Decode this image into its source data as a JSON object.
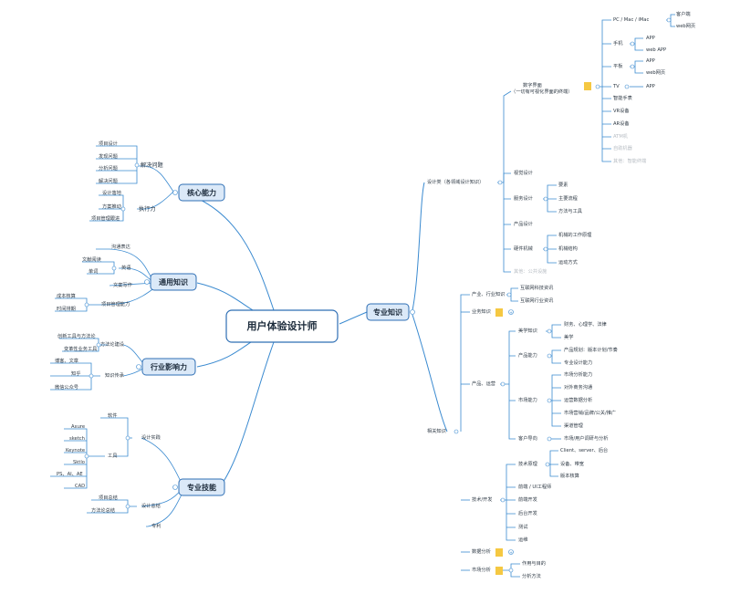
{
  "center": "用户体验设计师",
  "left": {
    "core": {
      "label": "核心能力",
      "solve": "解决问题",
      "solve_items": [
        "项目设计",
        "发现问题",
        "分析问题",
        "解决问题"
      ],
      "exec": "执行力",
      "exec_items": [
        "设计落地",
        "方案推动",
        "项目管理跟进"
      ]
    },
    "general": {
      "label": "通用知识",
      "comm": "沟通表达",
      "english": "英语",
      "english_items": [
        "文献阅读",
        "单词"
      ],
      "writing": "文案写作",
      "pm": "项目管理能力",
      "pm_items": [
        "成本核算",
        "时间排期"
      ]
    },
    "influence": {
      "label": "行业影响力",
      "method": "方法论建设",
      "method_items": [
        "创新工具与方法论",
        "变革性业务工具"
      ],
      "share": "知识传承",
      "share_items": [
        "博客、文章",
        "知乎",
        "微信公众号"
      ]
    },
    "skills": {
      "label": "专业技能",
      "practice": "设计实践",
      "software": "软件",
      "tools": "工具",
      "tools_items": [
        "Axure",
        "sketch",
        "Keynote",
        "Sktlo",
        "PS、AI、AE",
        "CAD"
      ],
      "summary": "设计总结",
      "summary_items": [
        "项目总结",
        "方法论总结"
      ],
      "patent": "专利"
    }
  },
  "right": {
    "label": "专业知识",
    "design": {
      "label": "设计类（各领域设计知识）",
      "digital": "数字界面",
      "digital_sub": "（一切有可视化界面的终端）",
      "pc": "PC / Mac / iMac",
      "pc_items": [
        "客户端",
        "web网页"
      ],
      "phone": "手机",
      "phone_items": [
        "APP",
        "web APP"
      ],
      "tablet": "平板",
      "tablet_items": [
        "APP",
        "web网页"
      ],
      "tv": "TV",
      "tv_item": "APP",
      "watch": "智能手表",
      "vr": "VR设备",
      "ar": "AR设备",
      "faint_items": [
        "ATM机",
        "自助机器",
        "其他：智能终端"
      ],
      "visual": "视觉设计",
      "service": "服务设计",
      "service_items": [
        "要素",
        "主要流程",
        "方法与工具"
      ],
      "product": "产品设计",
      "hardware": "硬件机械",
      "hardware_items": [
        "机械的工作原理",
        "机械结构",
        "运动方式"
      ],
      "other": "其他：公共设施"
    },
    "related": {
      "label": "相关知识",
      "industry": "产业、行业知识",
      "industry_items": [
        "互联网科技资讯",
        "互联网行业资讯"
      ],
      "business": "业务知识",
      "product_ops": "产品、运营",
      "aesthetics": "美学知识",
      "aesthetics_items": [
        "财务、心理学、法律",
        "美学"
      ],
      "product_ability": "产品能力",
      "product_ability_items": [
        "产品规划：版本计划/节奏",
        "专业设计能力"
      ],
      "market": "市场能力",
      "market_items": [
        "市场分析能力",
        "对外商务沟通",
        "运营数据分析",
        "市场营销/品牌/公关/推广",
        "渠道管理"
      ],
      "customer": "客户导向",
      "customer_item": "市场/用户调研与分析",
      "tech": "技术/开发",
      "tech_principle": "技术原理",
      "tech_principle_items": [
        "Client、server、后台",
        "设备、带宽",
        "版本核算"
      ],
      "tech_items": [
        "前端 / UI工程师",
        "前端开发",
        "后台开发",
        "测试",
        "运维"
      ],
      "data": "数据分析",
      "market_analysis": "市场分析",
      "market_analysis_items": [
        "作用与目的",
        "分析方法"
      ]
    }
  }
}
